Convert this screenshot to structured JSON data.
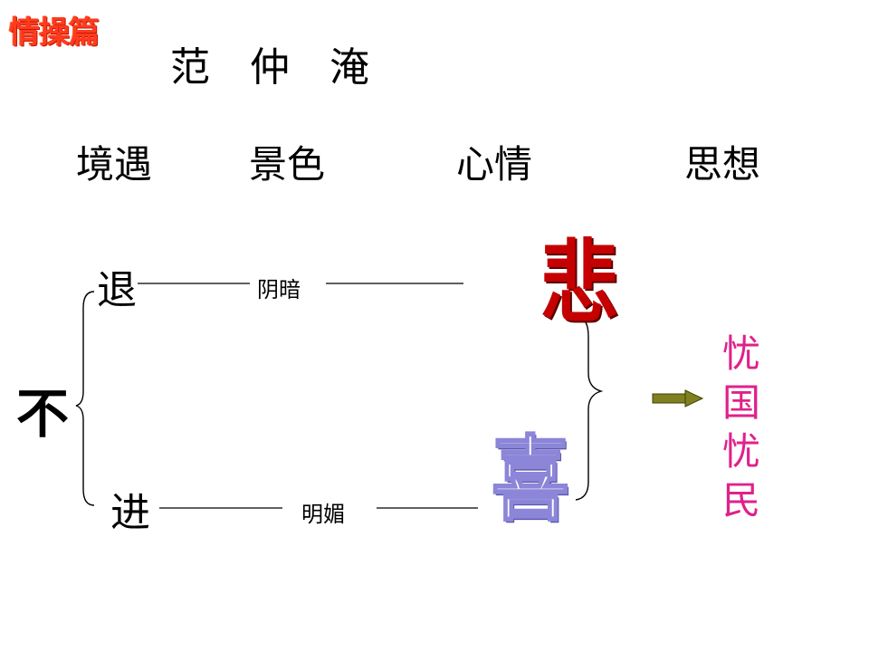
{
  "badge": "情操篇",
  "title": [
    "范",
    "仲",
    "淹"
  ],
  "headers": [
    "境遇",
    "景色",
    "心情",
    "思想"
  ],
  "diagram": {
    "root": "不",
    "branch_top": {
      "situation": "退",
      "scenery": "阴暗",
      "mood": "悲"
    },
    "branch_bottom": {
      "situation": "进",
      "scenery": "明媚",
      "mood": "喜"
    },
    "conclusion": "忧国忧民"
  },
  "colors": {
    "badge": "#ff3b1f",
    "sad": "#c40000",
    "joy_outline": "#8c86d8",
    "conclusion": "#e0218a",
    "arrow_fill": "#808020"
  }
}
